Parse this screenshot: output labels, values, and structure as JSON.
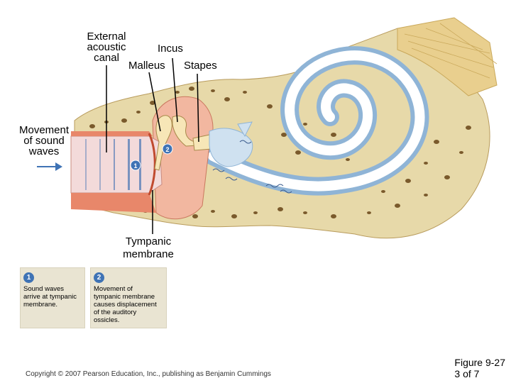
{
  "labels": {
    "external_acoustic_canal": "External\nacoustic\ncanal",
    "incus": "Incus",
    "malleus": "Malleus",
    "stapes": "Stapes",
    "movement_of_sound_waves": "Movement\nof sound\nwaves",
    "tympanic_membrane": "Tympanic\nmembrane"
  },
  "markers": {
    "one": "1",
    "two": "2"
  },
  "steps": [
    {
      "number": "1",
      "text": "Sound waves\narrive at tympanic\nmembrane."
    },
    {
      "number": "2",
      "text": "Movement of\ntympanic membrane\ncauses displacement\nof the auditory\nossicles."
    }
  ],
  "footer": {
    "copyright": "Copyright © 2007 Pearson Education, Inc., publishing as Benjamin Cummings",
    "figure": "Figure 9-27",
    "page": "3 of 7"
  },
  "colors": {
    "bone": "#e7d9a9",
    "bone_spot": "#8a6a3a",
    "canal_tissue": "#e8876a",
    "middle_ear": "#f2b7a0",
    "cochlea_fluid": "#a9c8e0",
    "arrow_blue": "#3f73b5"
  }
}
